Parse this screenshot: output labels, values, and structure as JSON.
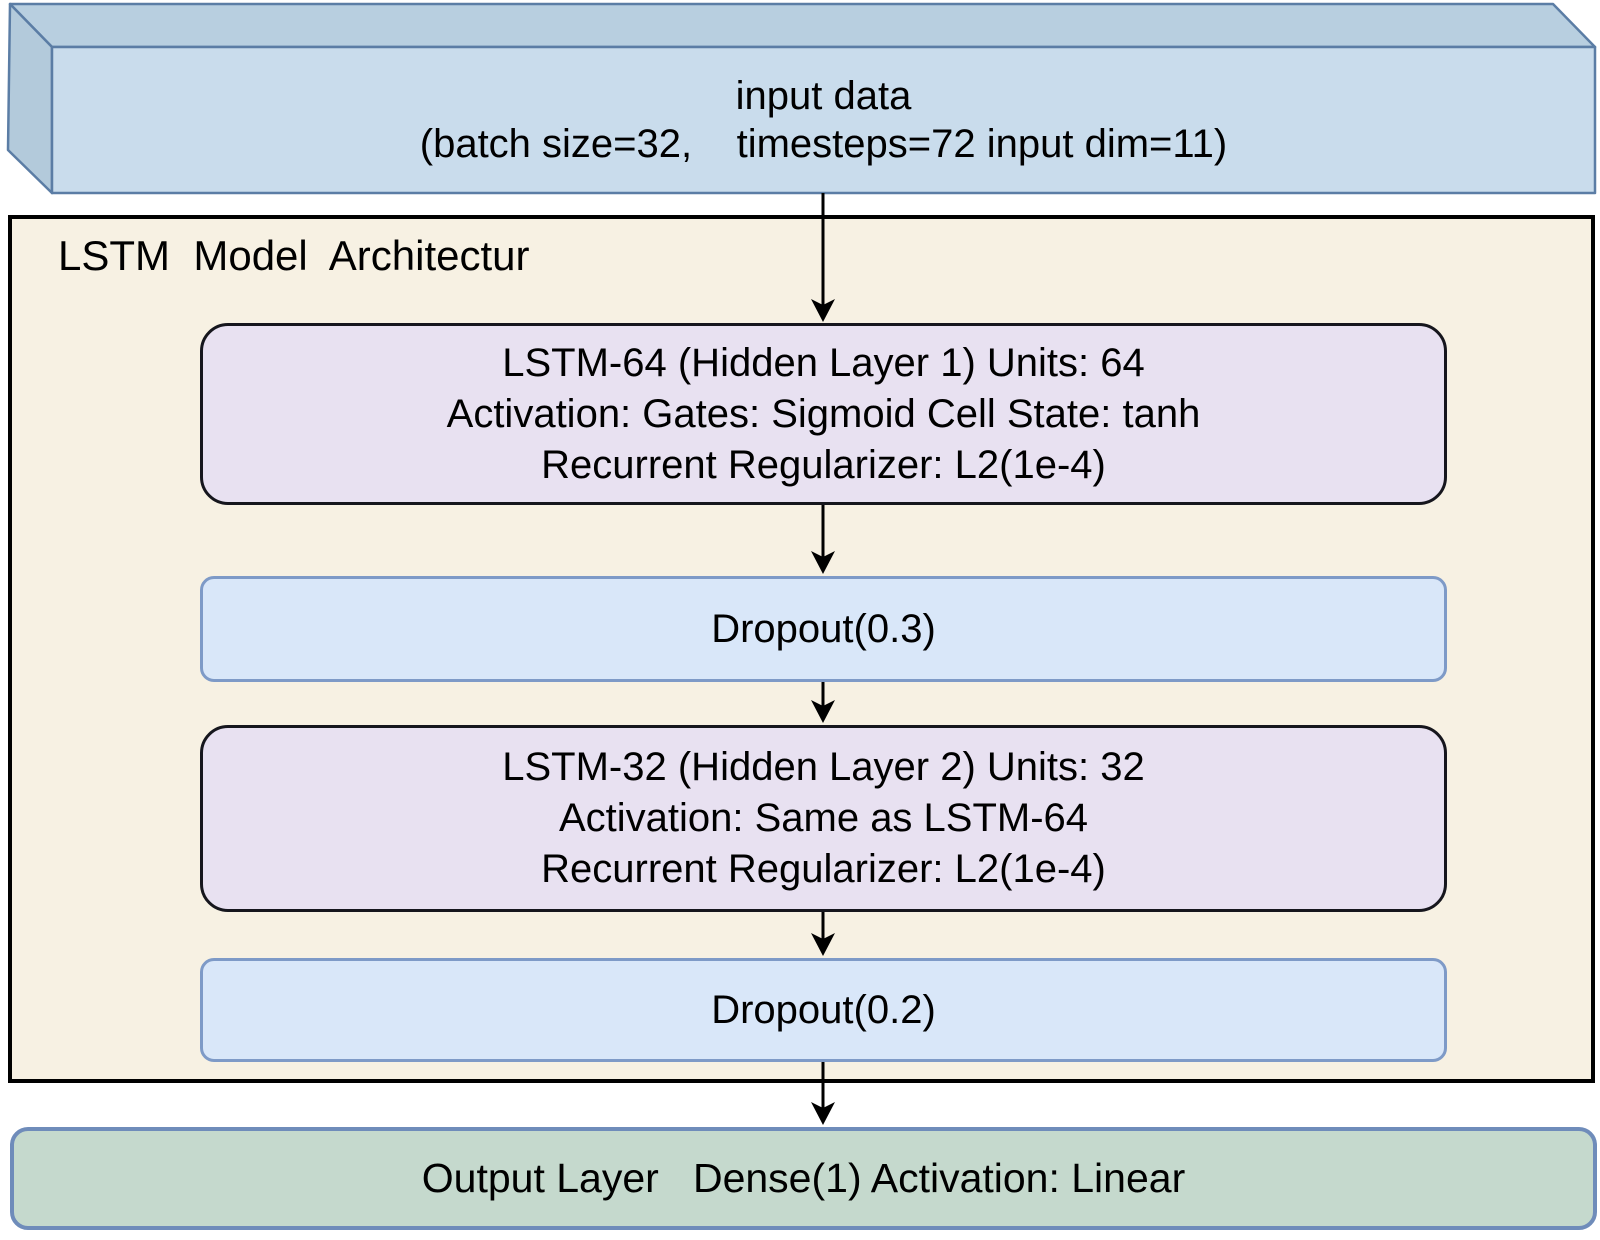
{
  "input_box": {
    "line1": "input data",
    "line2": "(batch size=32,    timesteps=72 input dim=11)"
  },
  "container": {
    "title": "LSTM  Model  Architectur"
  },
  "layers": {
    "lstm64": {
      "lines": [
        "LSTM-64 (Hidden Layer 1) Units: 64",
        "Activation: Gates: Sigmoid Cell State: tanh",
        "Recurrent Regularizer: L2(1e-4)"
      ]
    },
    "dropout1": {
      "label": "Dropout(0.3)"
    },
    "lstm32": {
      "lines": [
        "LSTM-32 (Hidden Layer 2) Units: 32",
        "Activation: Same as LSTM-64",
        "Recurrent Regularizer: L2(1e-4)"
      ]
    },
    "dropout2": {
      "label": "Dropout(0.2)"
    }
  },
  "output_box": {
    "label": "Output Layer   Dense(1) Activation: Linear"
  },
  "colors": {
    "input_front": "#c9dcec",
    "input_top": "#b8cfe0",
    "input_side": "#b3cadb",
    "input_border": "#5b7da5",
    "container_fill": "#f7f1e3",
    "container_border": "#000000",
    "lstm_fill": "#e8e1f1",
    "lstm_border": "#16161d",
    "dropout_fill": "#d9e7f9",
    "dropout_border": "#7e9ac7",
    "output_fill": "#c5d9cd",
    "output_border": "#6f8cba",
    "arrow": "#000000"
  }
}
